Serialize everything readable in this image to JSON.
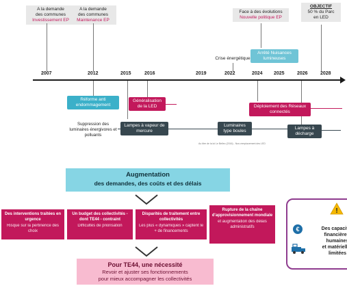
{
  "timeline": {
    "top_boxes": [
      {
        "line1": "A la demande",
        "line2": "des communes",
        "line3": "Investissement EP"
      },
      {
        "line1": "A la demande",
        "line2": "des communes",
        "line3": "Maintenance EP"
      },
      {
        "line1": "Face à des évolutions",
        "line2": "Nouvelle politique EP"
      },
      {
        "line1": "OBJECTIF",
        "line2": "50 % du Parc",
        "line3": "en LED"
      }
    ],
    "years": [
      "2007",
      "2012",
      "2015",
      "2016",
      "2019",
      "2022",
      "2024",
      "2025",
      "2026",
      "2028"
    ],
    "crise_label": "Crise énergétique",
    "arrete_label": "Arrêté Nuisances lumineuses",
    "reforme_label": "Réforme anti endommagement",
    "generalisation_label": "Généralisation de la LED",
    "deploiement_label": "Déploiement des Réseaux connectés",
    "suppression_label": "Suppression des luminaires énergivores et polluants",
    "lampes_label": "Lampes à vapeur de mercure",
    "luminaires_label": "Luminaires type boules",
    "lampes_decharge_label": "Lampes à décharge",
    "small_note": "Au titre de la loi Le Bellec (2016) - Non-remplacement des LED"
  },
  "flow": {
    "augmentation_title": "Augmentation",
    "augmentation_sub": "des demandes, des coûts et des délais",
    "cards": [
      {
        "title": "Des interventions traitées en urgence",
        "sub": "Risque sur la pertinence des choix"
      },
      {
        "title": "Un budget des collectivités - dont TE44 - contraint",
        "sub": "Difficultés de priorisation"
      },
      {
        "title": "Disparités de traitement entre collectivités",
        "sub": "Les plus « dynamiques » captent le + de financements"
      },
      {
        "title": "Rupture de la chaîne d'approvisionnement mondiale",
        "sub": "et augmentation des délais administratifs"
      }
    ],
    "final_title": "Pour TE44, une nécessité",
    "final_sub1": "Revoir et ajuster ses fonctionnements",
    "final_sub2": "pour mieux accompagner les collectivités"
  },
  "side_panel": {
    "text1": "Des capacités",
    "text2": "financières,",
    "text3": "humaines",
    "text4": "et matérielles",
    "text5": "limitées",
    "euro_glyph": "€",
    "warning_glyph": "!"
  },
  "colors": {
    "magenta": "#c2185b",
    "teal": "#3bb0c9",
    "light_teal": "#86d5e4",
    "dark_slate": "#37474f",
    "light_pink": "#f8bbd0",
    "purple_border": "#8e3b8e",
    "warning_yellow": "#f5b800"
  }
}
